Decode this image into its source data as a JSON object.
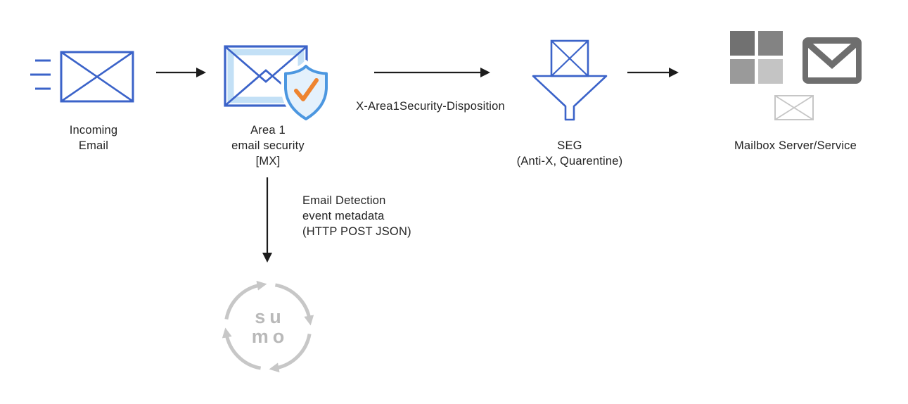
{
  "nodes": {
    "incoming": {
      "lines": [
        "Incoming",
        "Email"
      ]
    },
    "area1": {
      "lines": [
        "Area 1",
        "email security",
        "[MX]"
      ]
    },
    "seg": {
      "lines": [
        "SEG",
        "(Anti-X, Quarentine)"
      ]
    },
    "mailbox": {
      "label": "Mailbox Server/Service"
    },
    "sumo_logic": {
      "logo_text_lines": [
        "su",
        "mo"
      ]
    }
  },
  "edges": {
    "area1_to_seg": {
      "label": "X-Area1Security-Disposition"
    },
    "area1_to_sumo": {
      "lines": [
        "Email Detection",
        "event metadata",
        "(HTTP POST JSON)"
      ]
    }
  },
  "colors": {
    "diagram_blue": "#3b63c9",
    "light_blue_fill": "#c3e0f6",
    "shield_blue": "#4c97e0",
    "check_orange": "#ee8430",
    "arrow_black": "#1c1c1c",
    "sumo_gray": "#c7c7c7",
    "text": "#242424"
  }
}
